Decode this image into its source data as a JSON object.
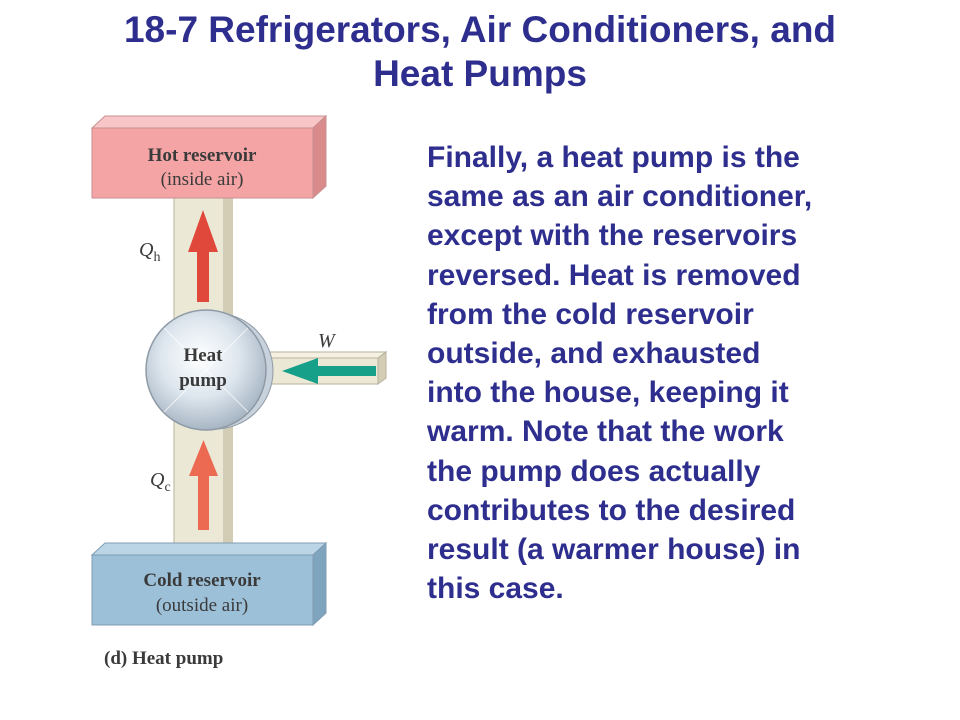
{
  "slide": {
    "title_lines": [
      "18-7 Refrigerators, Air Conditioners, and",
      "Heat Pumps"
    ],
    "body_lines": [
      "Finally, a heat pump is the",
      "same as an air conditioner,",
      "except with the reservoirs",
      "reversed. Heat is removed",
      "from the cold reservoir",
      "outside, and exhausted",
      "into the house, keeping it",
      "warm. Note that the work",
      "the pump does actually",
      "contributes to the desired",
      "result (a warmer house) in",
      "this case."
    ]
  },
  "diagram": {
    "hot_reservoir": {
      "title": "Hot reservoir",
      "subtitle": "(inside air)"
    },
    "cold_reservoir": {
      "title": "Cold reservoir",
      "subtitle": "(outside air)"
    },
    "pump": {
      "line1": "Heat",
      "line2": "pump"
    },
    "labels": {
      "qh_main": "Q",
      "qh_sub": "h",
      "qc_main": "Q",
      "qc_sub": "c",
      "work": "W"
    },
    "caption": "(d) Heat pump",
    "colors": {
      "hot_fill": "#f4a4a4",
      "cold_fill": "#9cc0d8",
      "pipe_fill": "#ece8d6",
      "heat_arrow": "#e0483c",
      "work_arrow": "#16a08a"
    }
  }
}
